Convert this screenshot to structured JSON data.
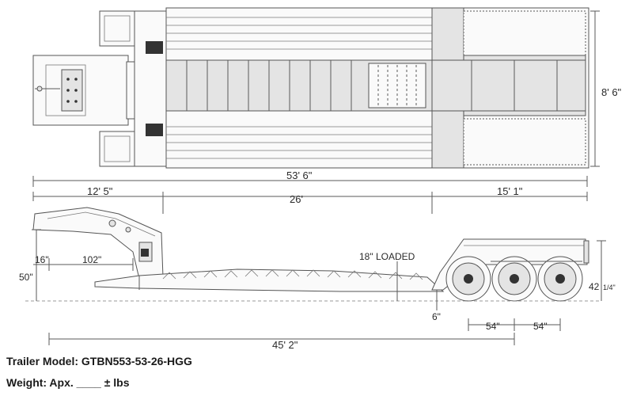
{
  "dimensions": {
    "width_top": "8' 6\"",
    "overall_length": "53' 6\"",
    "gooseneck_length": "12' 5\"",
    "deck_length": "26'",
    "rear_length": "15' 1\"",
    "deck_height_loaded": "18\" LOADED",
    "swing_clearance": "16\"",
    "kingpin_setting": "102\"",
    "gooseneck_height": "50\"",
    "rear_deck_height": "42 ",
    "rear_deck_height_frac": "1/4\"",
    "ground_clearance": "6\"",
    "axle_spacing_1": "54\"",
    "axle_spacing_2": "54\"",
    "wheelbase": "45' 2\""
  },
  "specs": {
    "model_line": "Trailer Model: GTBN553-53-26-HGG",
    "weight_line": "Weight: Apx. ____ ± lbs"
  }
}
